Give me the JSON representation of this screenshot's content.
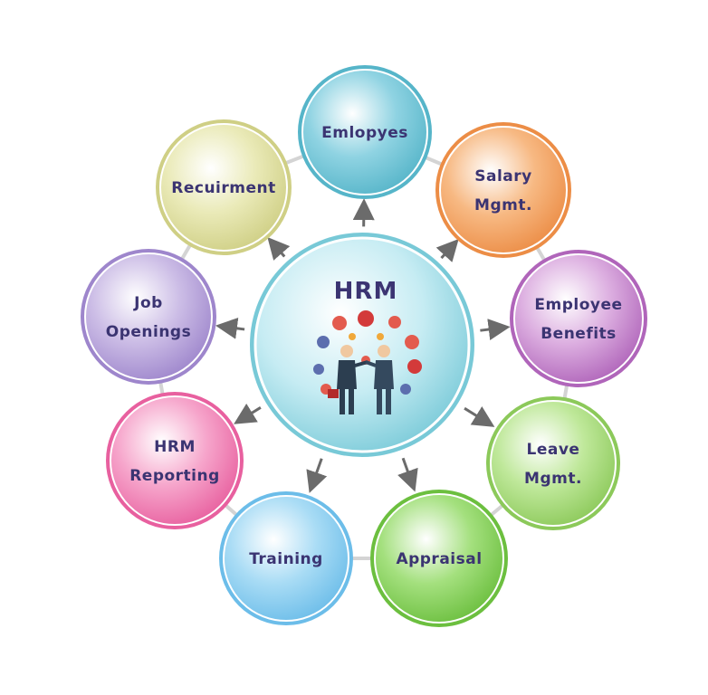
{
  "hub": {
    "title": "HRM"
  },
  "nodes": [
    {
      "id": "employees",
      "lines": [
        "Emlopyes"
      ],
      "color": "#8fd3e2",
      "dark": "#56b5c9"
    },
    {
      "id": "salary",
      "lines": [
        "Salary",
        "Mgmt."
      ],
      "color": "#f7b983",
      "dark": "#ec8d46"
    },
    {
      "id": "employee-benefits",
      "lines": [
        "Employee",
        "Benefits"
      ],
      "color": "#dcaee0",
      "dark": "#b065ba"
    },
    {
      "id": "leave",
      "lines": [
        "Leave",
        "Mgmt."
      ],
      "color": "#bfe89a",
      "dark": "#8cc95a"
    },
    {
      "id": "appraisal",
      "lines": [
        "Appraisal"
      ],
      "color": "#a4e07e",
      "dark": "#6cbf3f"
    },
    {
      "id": "training",
      "lines": [
        "Training"
      ],
      "color": "#a9dcf5",
      "dark": "#6cbde9"
    },
    {
      "id": "hrm-reporting",
      "lines": [
        "HRM",
        "Reporting"
      ],
      "color": "#f6a5cb",
      "dark": "#e8609f"
    },
    {
      "id": "job-openings",
      "lines": [
        "Job",
        "Openings"
      ],
      "color": "#ccbde6",
      "dark": "#9e86cc"
    },
    {
      "id": "recruitment",
      "lines": [
        "Recuirment"
      ],
      "color": "#eaeab8",
      "dark": "#cfcf85"
    }
  ],
  "colors": {
    "hub": "#c6ecf3",
    "hub_dark": "#69c3d3",
    "label": "#3b3472",
    "arrow": "#6b6b6b",
    "connector": "#d4d4d4"
  }
}
